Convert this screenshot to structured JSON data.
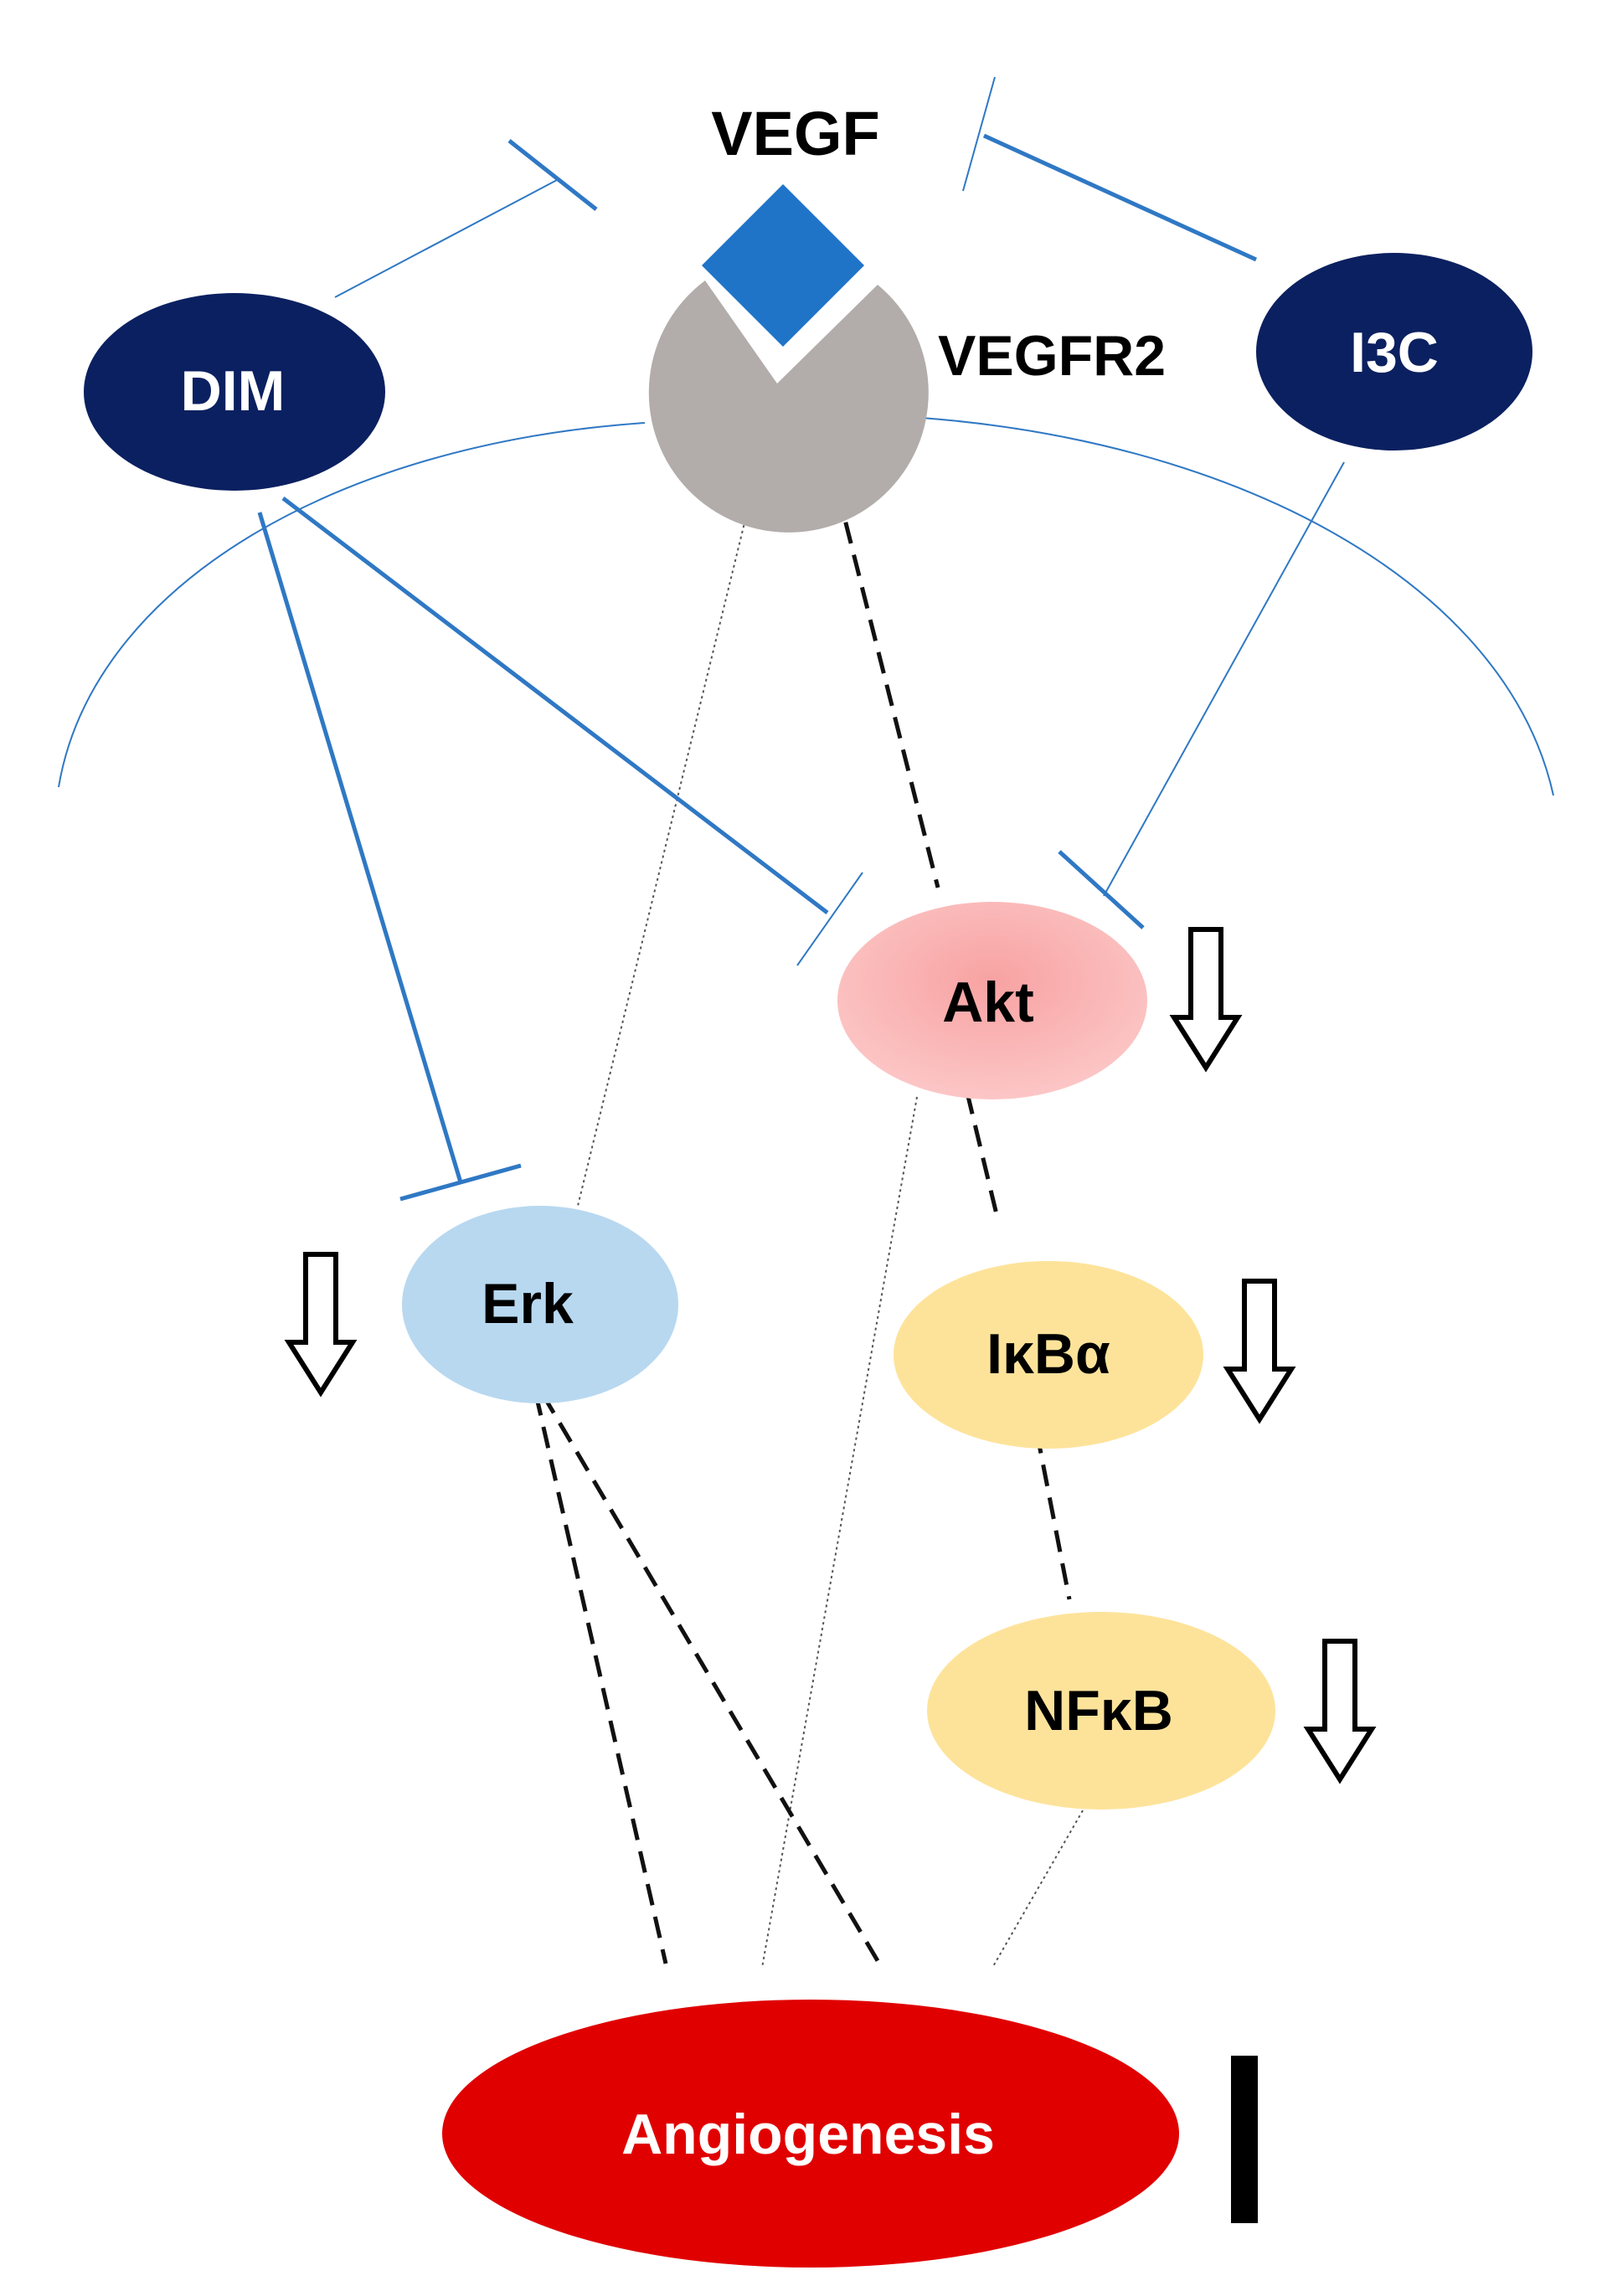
{
  "nodes": {
    "vegf": {
      "label": "VEGF"
    },
    "vegfr2": {
      "label": "VEGFR2"
    },
    "dim": {
      "label": "DIM"
    },
    "i3c": {
      "label": "I3C"
    },
    "akt": {
      "label": "Akt"
    },
    "erk": {
      "label": "Erk"
    },
    "ikba": {
      "label": "IκBα"
    },
    "nfkb": {
      "label": "NFκB"
    },
    "angiogenesis": {
      "label": "Angiogenesis"
    }
  },
  "colors": {
    "inhibition": "#2f78c4",
    "dark_node": "#0b2060",
    "vegf": "#1f74c8",
    "receptor": "#b2adab",
    "akt": "#f7a8a8",
    "erk": "#b8d8f0",
    "yellow_node": "#fde39a",
    "angiogenesis": "#e00000"
  },
  "indicators": {
    "akt": "down-arrow",
    "erk": "down-arrow",
    "ikba": "down-arrow",
    "nfkb": "down-arrow",
    "angiogenesis": "inhibition-bar"
  }
}
